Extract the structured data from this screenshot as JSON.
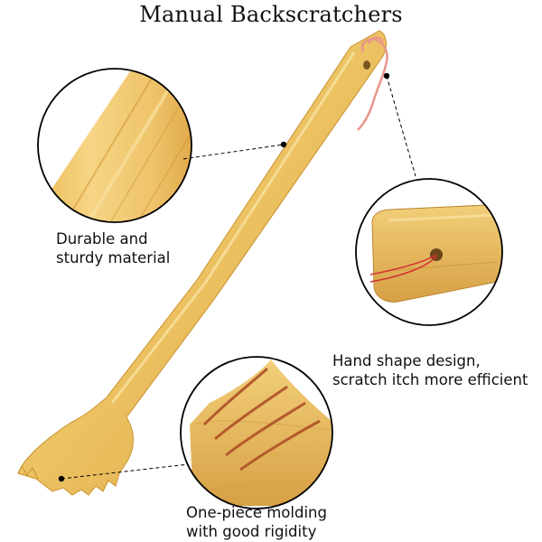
{
  "title": "Manual Backscratchers",
  "features": [
    {
      "lines": [
        "Durable and",
        "sturdy material"
      ]
    },
    {
      "lines": [
        "Hand shape design,",
        "scratch itch more efficient"
      ]
    },
    {
      "lines": [
        "One-piece molding",
        "with good rigidity"
      ]
    }
  ],
  "colors": {
    "wood_light": "#f3d27a",
    "wood_mid": "#e8b84e",
    "wood_dark": "#c98e2a",
    "cord": "#e9968c",
    "cord_red": "#d0312f",
    "outline": "#000000"
  }
}
